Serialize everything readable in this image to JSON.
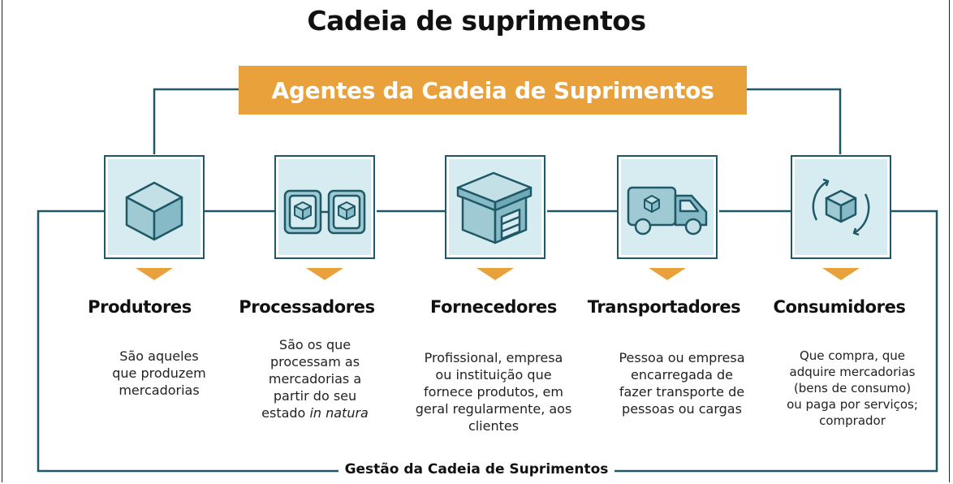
{
  "title": "Cadeia de suprimentos",
  "banner": "Agentes da Cadeia de Suprimentos",
  "footer": "Gestão da Cadeia de Suprimentos",
  "colors": {
    "accent": "#e9a23b",
    "line": "#1f5866",
    "icon_fill": "#9fcad4",
    "box_fill": "#d7ecf0"
  },
  "agents": [
    {
      "name": "Produtores",
      "icon": "cube-icon",
      "desc_lines": [
        "São aqueles",
        "que produzem",
        "mercadorias"
      ]
    },
    {
      "name": "Processadores",
      "icon": "processing-cubes-icon",
      "desc_lines": [
        "São os que",
        "processam as",
        "mercadorias a",
        "partir do seu"
      ],
      "desc_last_prefix": "estado ",
      "desc_last_italic": "in natura"
    },
    {
      "name": "Fornecedores",
      "icon": "warehouse-box-icon",
      "desc_lines": [
        "Profissional, empresa",
        "ou instituição que",
        "fornece produtos, em",
        "geral regularmente, aos",
        "clientes"
      ]
    },
    {
      "name": "Transportadores",
      "icon": "truck-icon",
      "desc_lines": [
        "Pessoa ou empresa",
        "encarregada de",
        "fazer transporte de",
        "pessoas ou cargas"
      ]
    },
    {
      "name": "Consumidores",
      "icon": "cycle-cube-icon",
      "desc_lines": [
        "Que compra, que",
        "adquire mercadorias",
        "(bens de consumo)",
        "ou paga por serviços;",
        "comprador"
      ]
    }
  ]
}
